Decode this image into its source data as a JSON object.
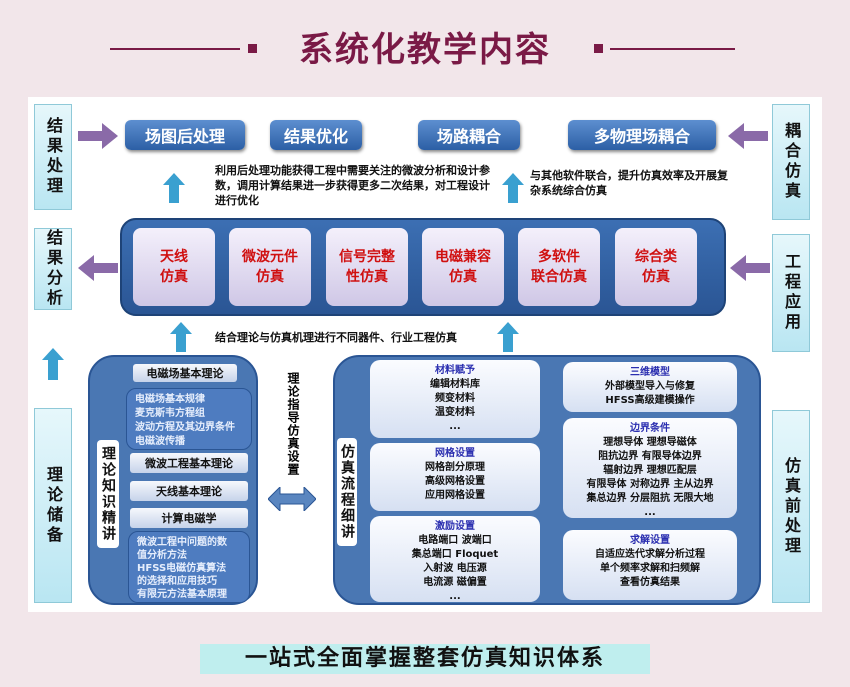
{
  "title": "系统化教学内容",
  "side_left": [
    "结果处理",
    "结果分析",
    "理论储备"
  ],
  "side_right": [
    "耦合仿真",
    "工程应用",
    "仿真前处理"
  ],
  "top_buttons": [
    "场图后处理",
    "结果优化",
    "场路耦合",
    "多物理场耦合"
  ],
  "desc_left": "利用后处理功能获得工程中需要关注的微波分析和设计参数，调用计算结果进一步获得更多二次结果，对工程设计进行优化",
  "desc_right": "与其他软件联合，提升仿真效率及开展复杂系统综合仿真",
  "applications": [
    "天线\n仿真",
    "微波元件\n仿真",
    "信号完整\n性仿真",
    "电磁兼容\n仿真",
    "多软件\n联合仿真",
    "综合类\n仿真"
  ],
  "bar_caption": "结合理论与仿真机理进行不同器件、行业工程仿真",
  "theory": {
    "label": "理论知识精讲",
    "em_basic": "电磁场基本理论",
    "em_items": [
      "电磁场基本规律",
      "麦克斯韦方程组",
      "波动方程及其边界条件",
      "电磁波传播"
    ],
    "microwave": "微波工程基本理论",
    "antenna": "天线基本理论",
    "cem": "计算电磁学",
    "cem_items": [
      "微波工程中问题的数",
      "值分析方法",
      "HFSS电磁仿真算法",
      "的选择和应用技巧",
      "有限元方法基本原理"
    ]
  },
  "link_label": "理论指导仿真设置",
  "process": {
    "label": "仿真流程细讲",
    "cards": [
      {
        "title": "材料赋予",
        "lines": [
          "编辑材料库",
          "频变材料",
          "温变材料",
          "..."
        ]
      },
      {
        "title": "网格设置",
        "lines": [
          "网格剖分原理",
          "高级网格设置",
          "应用网格设置"
        ]
      },
      {
        "title": "激励设置",
        "lines": [
          "电路端口 波端口",
          "集总端口 Floquet",
          "入射波 电压源",
          "电流源 磁偏置",
          "..."
        ]
      },
      {
        "title": "三维模型",
        "lines": [
          "外部模型导入与修复",
          "HFSS高级建模操作"
        ]
      },
      {
        "title": "边界条件",
        "lines": [
          "理想导体  理想导磁体",
          "阻抗边界 有限导体边界",
          "辐射边界 理想匹配层",
          "有限导体 对称边界 主从边界",
          "集总边界 分层阻抗 无限大地",
          "..."
        ]
      },
      {
        "title": "求解设置",
        "lines": [
          "自适应迭代求解分析过程",
          "单个频率求解和扫频解",
          "查看仿真结果"
        ]
      }
    ]
  },
  "footer": "一站式全面掌握整套仿真知识体系"
}
